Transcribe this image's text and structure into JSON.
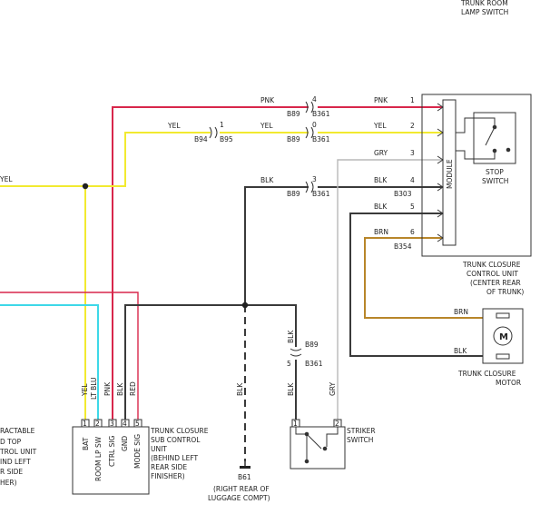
{
  "diagram": {
    "trunk_room_lamp_switch": {
      "line1": "TRUNK ROOM",
      "line2": "LAMP SWITCH"
    },
    "colors": {
      "pnk": "#d8274b",
      "yel": "#f2ea30",
      "ltblu": "#3ed8e8",
      "red": "#d8274b",
      "blk": "#3a3a3a",
      "gry": "#b9b9b9",
      "brn": "#b8862a"
    },
    "wire_labels": {
      "pnk_a": "PNK",
      "pnk_b": "PNK",
      "yel_left": "YEL",
      "yel_a": "YEL",
      "yel_b": "YEL",
      "yel_c": "YEL",
      "gry": "GRY",
      "blk_a": "BLK",
      "blk_b": "BLK",
      "blk_c": "BLK",
      "brn_a": "BRN",
      "brn_b": "BRN",
      "blk_motor": "BLK",
      "yel_v": "YEL",
      "ltblu_v": "LT BLU",
      "pnk_v": "PNK",
      "blk_v": "BLK",
      "red_v": "RED",
      "blk_ground": "BLK",
      "blk_striker_top": "BLK",
      "blk_striker_bottom": "BLK",
      "gry_striker": "GRY"
    },
    "connectors": {
      "b89_pnk": "B89",
      "b361_pnk": "B361",
      "pin_pnk": "4",
      "b94": "B94",
      "b95": "B95",
      "pin_yel_left": "1",
      "b89_yel": "B89",
      "b361_yel": "B361",
      "pin_yel": "0",
      "b89_blk": "B89",
      "b361_blk": "B361",
      "pin_blk": "3",
      "b303": "B303",
      "b354": "B354",
      "b89_striker": "B89",
      "b361_striker": "B361",
      "pin_striker": "5"
    },
    "module_pins": [
      "1",
      "2",
      "3",
      "4",
      "5",
      "6"
    ],
    "module_label": "MODULE",
    "stop_switch": {
      "line1": "STOP",
      "line2": "SWITCH"
    },
    "control_unit": {
      "line1": "TRUNK CLOSURE",
      "line2": "CONTROL UNIT",
      "line3": "(CENTER REAR",
      "line4": "OF TRUNK)"
    },
    "motor": {
      "symbol": "M",
      "line1": "TRUNK CLOSURE",
      "line2": "MOTOR"
    },
    "sub_control_unit": {
      "pins": [
        "1",
        "2",
        "3",
        "4",
        "5"
      ],
      "pin_labels": [
        "BAT",
        "ROOM LP SW",
        "CTRL SIG",
        "GND",
        "MODE SIG"
      ],
      "line1": "TRUNK CLOSURE",
      "line2": "SUB CONTROL",
      "line3": "UNIT",
      "line4": "(BEHIND LEFT",
      "line5": "REAR SIDE",
      "line6": "FINISHER)"
    },
    "ground": {
      "id": "B61",
      "line1": "(RIGHT REAR OF",
      "line2": "LUGGAGE COMPT)"
    },
    "striker_switch": {
      "line1": "STRIKER",
      "line2": "SWITCH",
      "pin1": "1",
      "pin2": "2"
    },
    "retractable_top": {
      "line1": "RACTABLE",
      "line2": "D TOP",
      "line3": "TROL UNIT",
      "line4": "IND LEFT",
      "line5": "R SIDE",
      "line6": "HER)"
    }
  }
}
